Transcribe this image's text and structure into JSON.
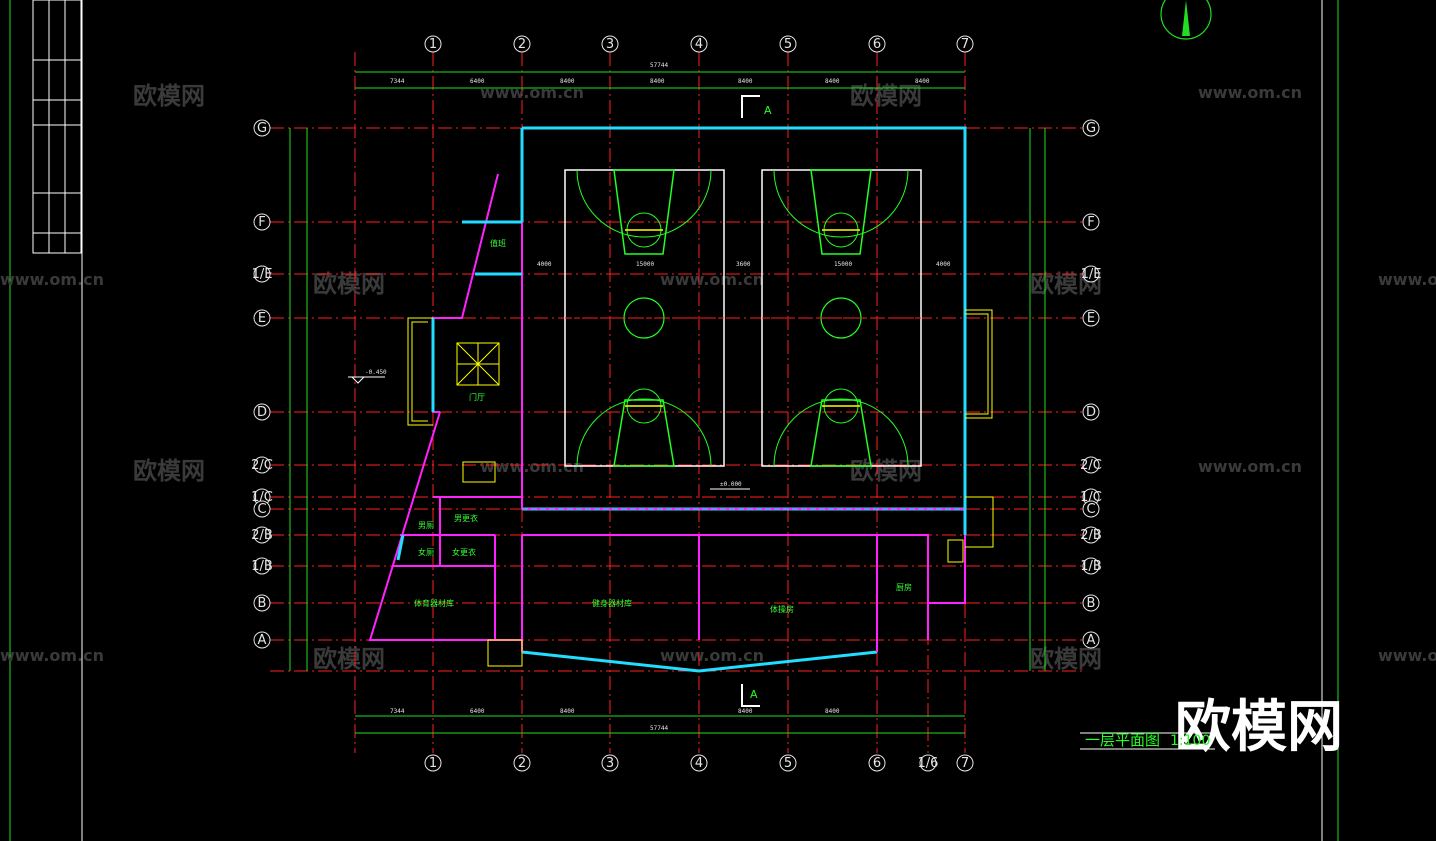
{
  "plan": {
    "title": "一层平面图",
    "scale": "1:100",
    "section_mark": "A",
    "elevation_ground": "-0.450",
    "elevation_floor": "±0.000"
  },
  "watermarks": {
    "logo": "欧模网",
    "url": "www.om.cn"
  },
  "grid": {
    "columns": [
      "1",
      "2",
      "3",
      "4",
      "5",
      "6",
      "7"
    ],
    "extra_column": "1/6",
    "rows": [
      "G",
      "F",
      "1/E",
      "E",
      "D",
      "2/C",
      "1/C",
      "C",
      "2/B",
      "1/B",
      "B",
      "A"
    ],
    "dims_top": [
      "7344",
      "6400",
      "8400",
      "8400",
      "8400",
      "8400",
      "8400"
    ],
    "total": "57744"
  },
  "rooms": {
    "lobby": "门厅",
    "mens_wc": "男厕",
    "womens_wc": "女厕",
    "mens_change": "男更衣",
    "womens_change": "女更衣",
    "storage": "体育器材库",
    "fitness": "健身器材库",
    "gym": "体操房",
    "kitchen": "厨房",
    "duty": "值班"
  },
  "court_dims": {
    "left_gap": "4000",
    "width": "15000",
    "mid_gap": "3600",
    "right_gap": "4000"
  },
  "colors": {
    "grid": "#ff2020",
    "dim": "#22dd22",
    "wall": "#ff22ff",
    "glass": "#22ddff",
    "court": "#ffffff",
    "court_lines": "#22ff22",
    "accent": "#ffff00"
  }
}
